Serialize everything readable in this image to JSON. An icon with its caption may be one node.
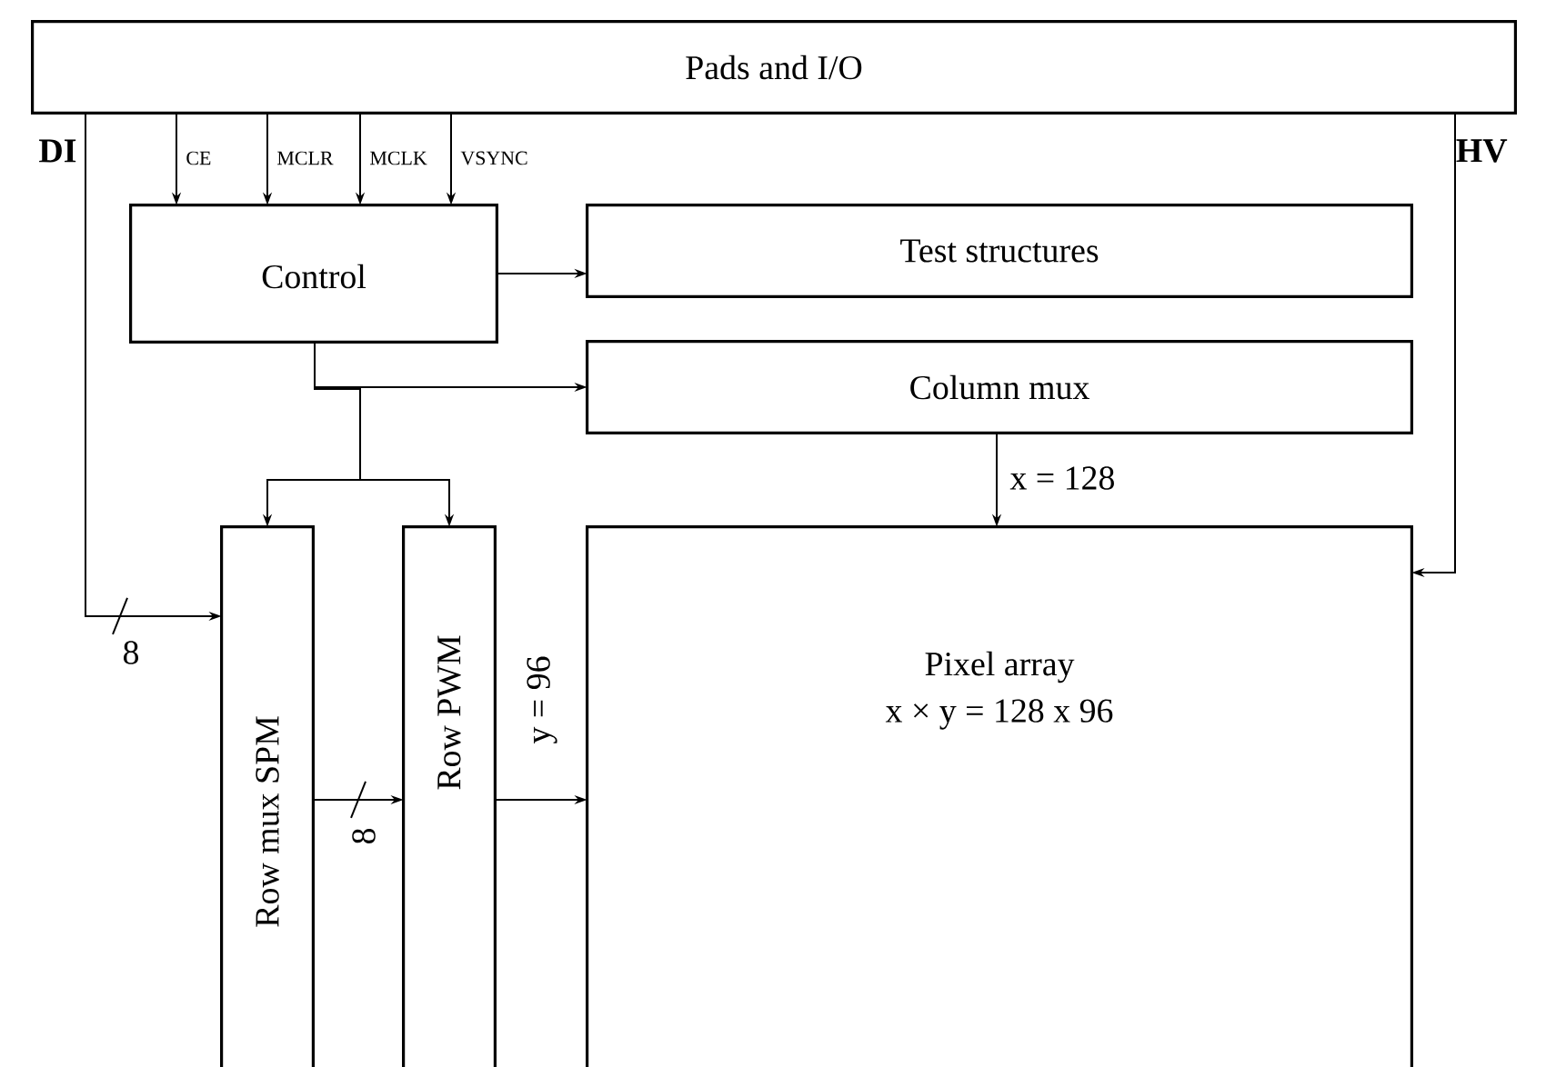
{
  "diagram": {
    "nodes": [
      {
        "text": [
          "Pads and I/O"
        ]
      },
      {
        "text": [
          "Control"
        ]
      },
      {
        "text": [
          "Test structures"
        ]
      },
      {
        "text": [
          "Column mux"
        ]
      },
      {
        "text": [
          "Row mux SPM"
        ]
      },
      {
        "text": [
          "Row PWM"
        ]
      },
      {
        "text": [
          "Pixel array",
          "x × y = 128 x 96"
        ]
      }
    ],
    "edges": [
      {
        "from": 0,
        "to": 1,
        "arrow": "to",
        "label": "CE"
      },
      {
        "from": 0,
        "to": 1,
        "arrow": "to",
        "label": "MCLR"
      },
      {
        "from": 0,
        "to": 1,
        "arrow": "to",
        "label": "MCLK"
      },
      {
        "from": 0,
        "to": 1,
        "arrow": "to",
        "label": "VSYNC"
      },
      {
        "from": 1,
        "to": 2,
        "arrow": "to"
      },
      {
        "from": 1,
        "to": 3,
        "arrow": "to"
      },
      {
        "from": 1,
        "to": 4,
        "arrow": "to"
      },
      {
        "from": 1,
        "to": 5,
        "arrow": "to"
      },
      {
        "from": 0,
        "to": 4,
        "arrow": "to",
        "label": "8"
      },
      {
        "from": 0,
        "to": 6,
        "arrow": "to"
      },
      {
        "from": 4,
        "to": 5,
        "arrow": "to",
        "label": "8"
      },
      {
        "from": 5,
        "to": 6,
        "arrow": "to",
        "label": "y = 96"
      },
      {
        "from": 3,
        "to": 6,
        "arrow": "to",
        "label": "x = 128"
      }
    ],
    "labels": [
      "DI",
      "HV"
    ]
  }
}
